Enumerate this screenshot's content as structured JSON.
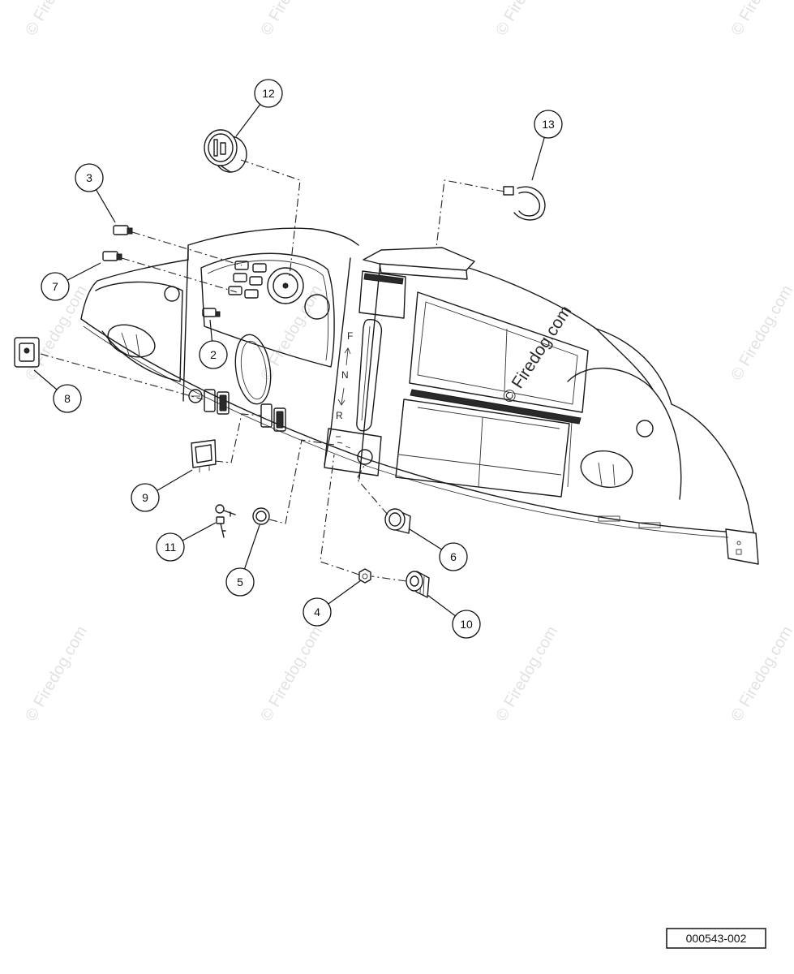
{
  "diagram": {
    "callouts": [
      "12",
      "13",
      "3",
      "7",
      "2",
      "8",
      "9",
      "11",
      "5",
      "6",
      "4",
      "10"
    ],
    "shifter_labels": [
      "F",
      "N",
      "R"
    ],
    "part_number": "000543-002",
    "watermark": "© Firedog.com"
  }
}
